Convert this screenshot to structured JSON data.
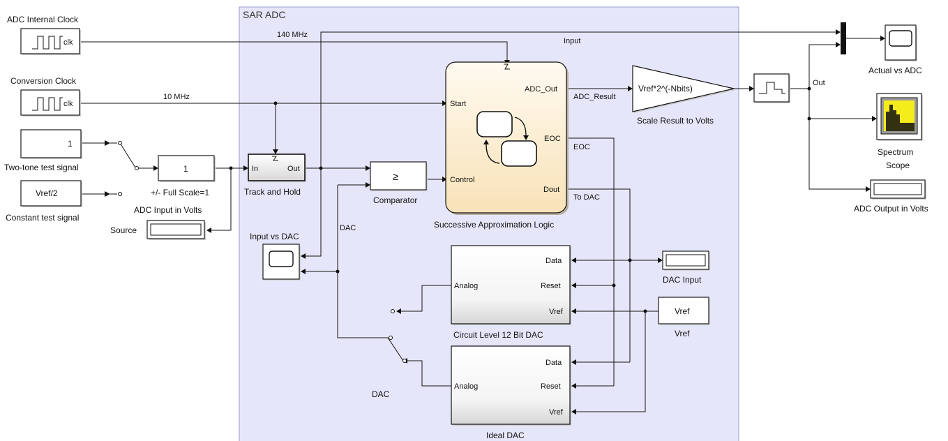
{
  "subsystem": {
    "title": "SAR ADC"
  },
  "blocks": {
    "adc_clock": {
      "name": "ADC Internal Clock",
      "port": "clk"
    },
    "conv_clock": {
      "name": "Conversion Clock",
      "port": "clk"
    },
    "two_tone": {
      "name": "Two-tone test signal",
      "value": "1"
    },
    "constant": {
      "name": "Constant test signal",
      "value": "Vref/2"
    },
    "full_scale": {
      "name": "+/- Full Scale=1",
      "value": "1"
    },
    "adc_input_display": {
      "name": "ADC Input in Volts",
      "side_label": "Source"
    },
    "track_hold": {
      "name": "Track and Hold",
      "in": "In",
      "out": "Out"
    },
    "comparator": {
      "name": "Comparator",
      "symbol": "≥"
    },
    "sal": {
      "name": "Successive Approximation Logic",
      "start": "Start",
      "control": "Control",
      "adc_out": "ADC_Out",
      "eoc": "EOC",
      "dout": "Dout"
    },
    "input_vs_dac": {
      "name": "Input vs DAC"
    },
    "dac_switch": {
      "name": "DAC"
    },
    "circuit_dac": {
      "name": "Circuit Level 12 Bit DAC",
      "analog": "Analog",
      "data": "Data",
      "reset": "Reset",
      "vref": "Vref"
    },
    "ideal_dac": {
      "name": "Ideal DAC",
      "analog": "Analog",
      "data": "Data",
      "reset": "Reset",
      "vref": "Vref"
    },
    "dac_input": {
      "name": "DAC Input"
    },
    "vref": {
      "name": "Vref",
      "value": "Vref"
    },
    "gain": {
      "name": "Scale Result to Volts",
      "value": "Vref*2^(-Nbits)"
    },
    "actual_vs_adc": {
      "name": "Actual vs ADC"
    },
    "spectrum": {
      "name": "Spectrum Scope",
      "name_line1": "Spectrum",
      "name_line2": "Scope"
    },
    "adc_output_display": {
      "name": "ADC Output in Volts"
    }
  },
  "signals": {
    "mhz140": "140 MHz",
    "mhz10": "10 MHz",
    "input": "Input",
    "adc_result": "ADC_Result",
    "eoc": "EOC",
    "to_dac": "To DAC",
    "dac": "DAC",
    "out": "Out"
  },
  "colors": {
    "subsystem_fill": "#e6e6fa",
    "chart_fill": "#fdf0d0",
    "scope_spectrum": "#f5ec1c",
    "block_stroke": "#1a1a1a"
  }
}
